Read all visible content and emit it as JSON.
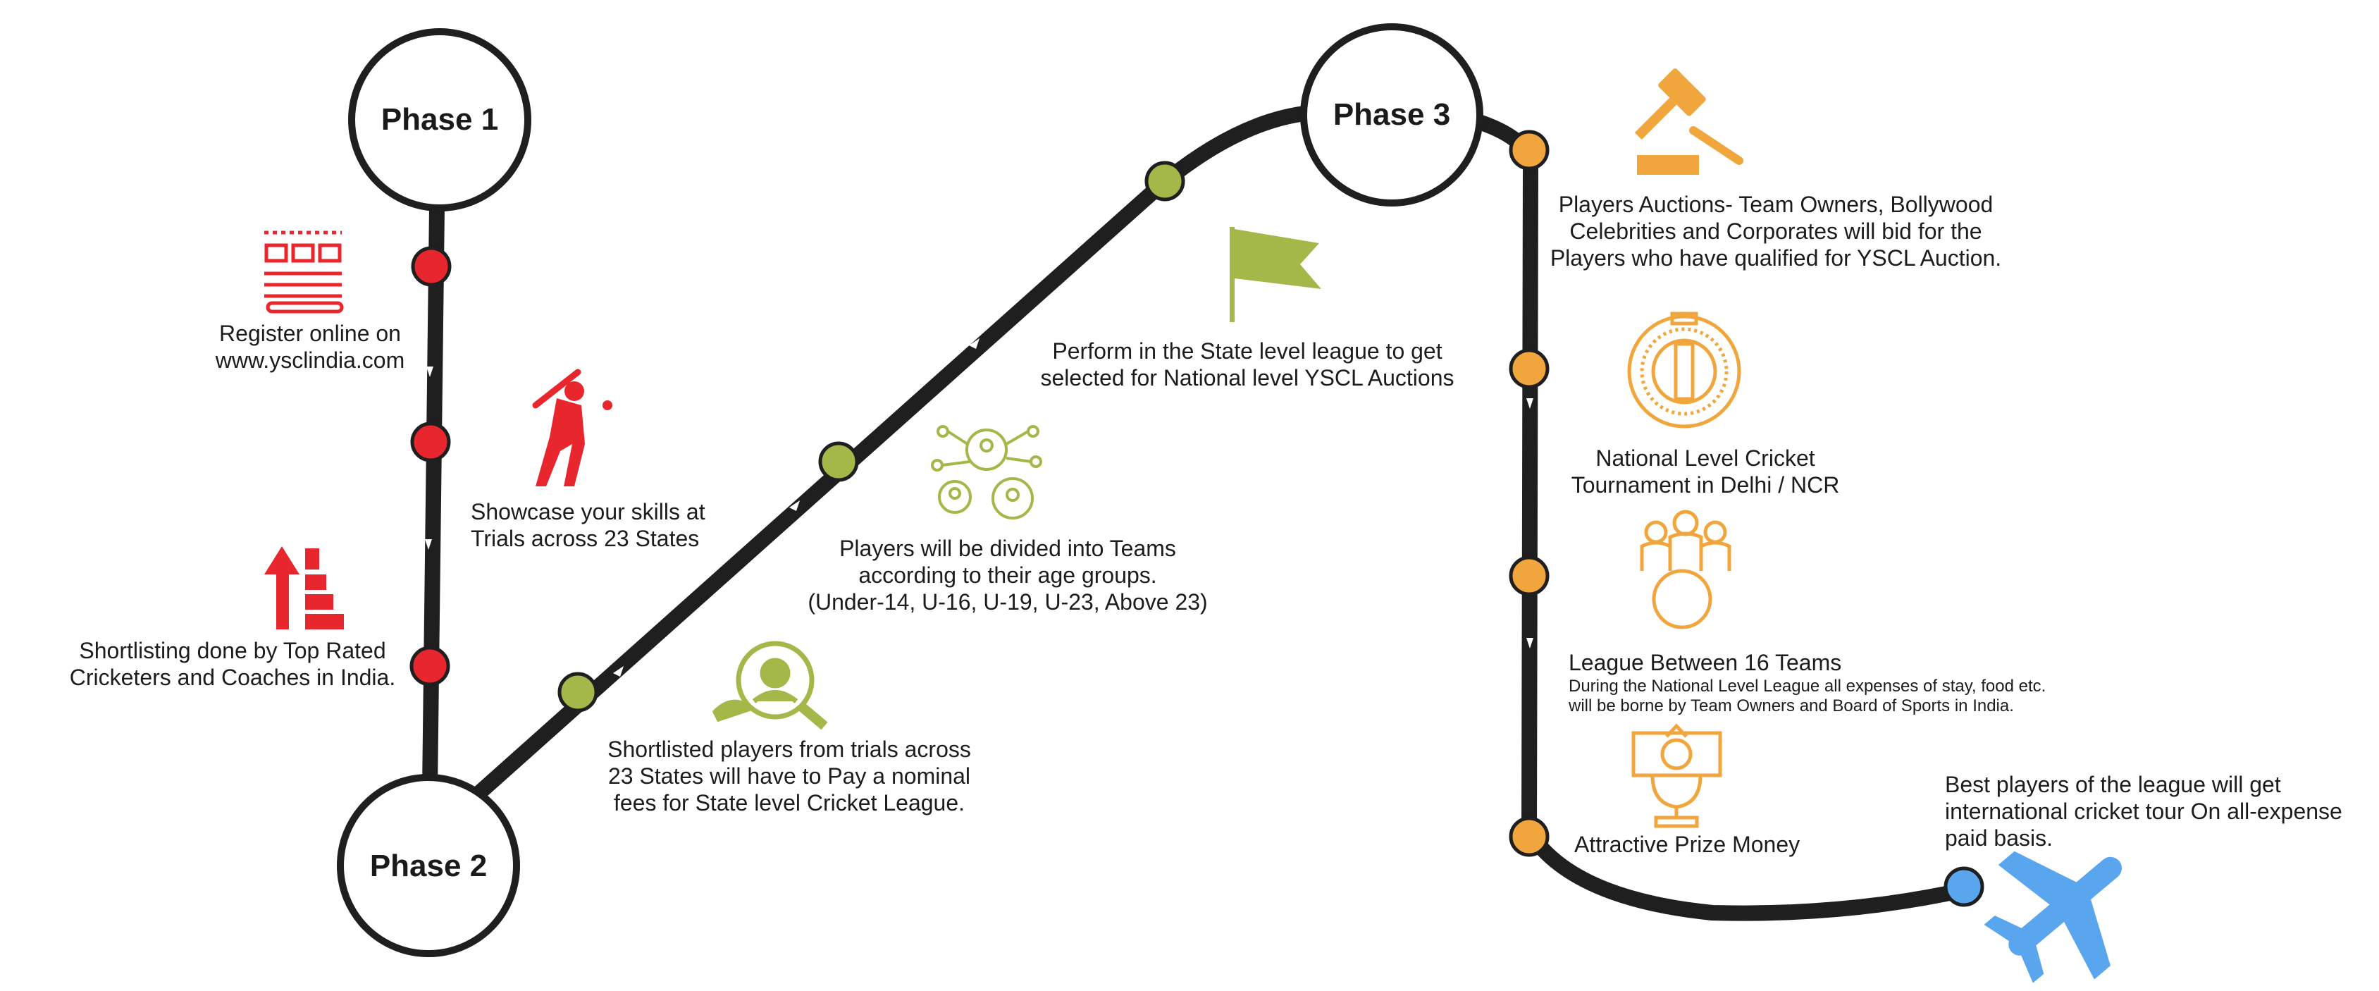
{
  "phases": {
    "phase1": "Phase 1",
    "phase2": "Phase 2",
    "phase3": "Phase 3"
  },
  "steps": {
    "register": "Register online on\nwww.ysclindia.com",
    "showcase": "Showcase your skills at\nTrials across 23 States",
    "shortlisting": "Shortlisting done by Top Rated\nCricketers and Coaches in India.",
    "pay_fees": "Shortlisted players from trials across\n23 States will have to Pay a nominal\nfees for State level Cricket League.",
    "teams": "Players will be divided into Teams\naccording to their age groups.\n(Under-14, U-16, U-19, U-23, Above 23)",
    "state_league": "Perform in the State level league to get\nselected for National level YSCL Auctions",
    "auctions": "Players Auctions- Team Owners, Bollywood\nCelebrities and Corporates will bid for the\nPlayers who have qualified for YSCL Auction.",
    "tournament": "National Level Cricket\nTournament in Delhi / NCR",
    "league_title": "League Between 16 Teams",
    "league_note": "During the National Level League all expenses of stay, food etc.\nwill be borne by Team Owners and Board of Sports in India.",
    "prize": "Attractive Prize Money",
    "tour": "Best players of the league will get\ninternational cricket tour On all-expense\npaid basis."
  },
  "colors": {
    "phase1": "#e8262e",
    "phase2": "#a4b84a",
    "phase3": "#f0a63c",
    "final": "#5aa6ee",
    "path": "#1f1f1f"
  },
  "icons": {
    "register": "registration-form-icon",
    "showcase": "batsman-icon",
    "shortlisting": "ranking-arrow-icon",
    "pay_fees": "search-player-icon",
    "teams": "team-network-icon",
    "state_league": "flag-icon",
    "auctions": "auction-gavel-icon",
    "tournament": "cricket-stadium-icon",
    "league": "team-group-icon",
    "prize": "trophy-money-icon",
    "tour": "airplane-icon"
  }
}
